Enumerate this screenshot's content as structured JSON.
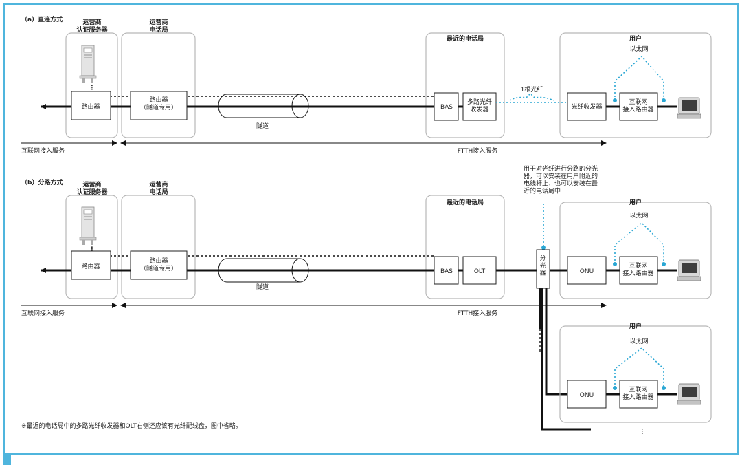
{
  "colors": {
    "frame": "#4fb5dd",
    "accent": "#2aa7d4",
    "group_border": "#b8b8b8"
  },
  "sections": {
    "a": {
      "title": "（a）直连方式",
      "isp_group": "运营商\n认证服务器",
      "telco_group": "运营商\n电话局",
      "nearest_office": "最近的电话局",
      "user": "用户",
      "ethernet": "以太网",
      "router": "路由器",
      "tunnel_router": "路由器\n（隧道专用）",
      "tunnel": "隧道",
      "bas": "BAS",
      "mux": "多路光纤\n收发器",
      "fiber_label": "1根光纤",
      "transceiver": "光纤收发器",
      "access_router": "互联网\n接入路由器",
      "internet_service": "互联网接入服务",
      "ftth_service": "FTTH接入服务"
    },
    "b": {
      "title": "（b）分路方式",
      "splitter_note": "用于对光纤进行分路的分光\n器，可以安装在用户附近的\n电线杆上，也可以安装在最\n近的电话局中",
      "isp_group": "运营商\n认证服务器",
      "telco_group": "运营商\n电话局",
      "nearest_office": "最近的电话局",
      "user": "用户",
      "ethernet": "以太网",
      "router": "路由器",
      "tunnel_router": "路由器\n（隧道专用）",
      "tunnel": "隧道",
      "bas": "BAS",
      "olt": "OLT",
      "splitter": "分\n光\n器",
      "onu": "ONU",
      "access_router": "互联网\n接入路由器",
      "internet_service": "互联网接入服务",
      "ftth_service": "FTTH接入服务",
      "user2": "用户",
      "ethernet2": "以太网",
      "onu2": "ONU",
      "access_router2": "互联网\n接入路由器",
      "more": "⋮"
    }
  },
  "footnote": "※最近的电话局中的多路光纤收发器和OLT右侧还应该有光纤配线盘，图中省略。"
}
